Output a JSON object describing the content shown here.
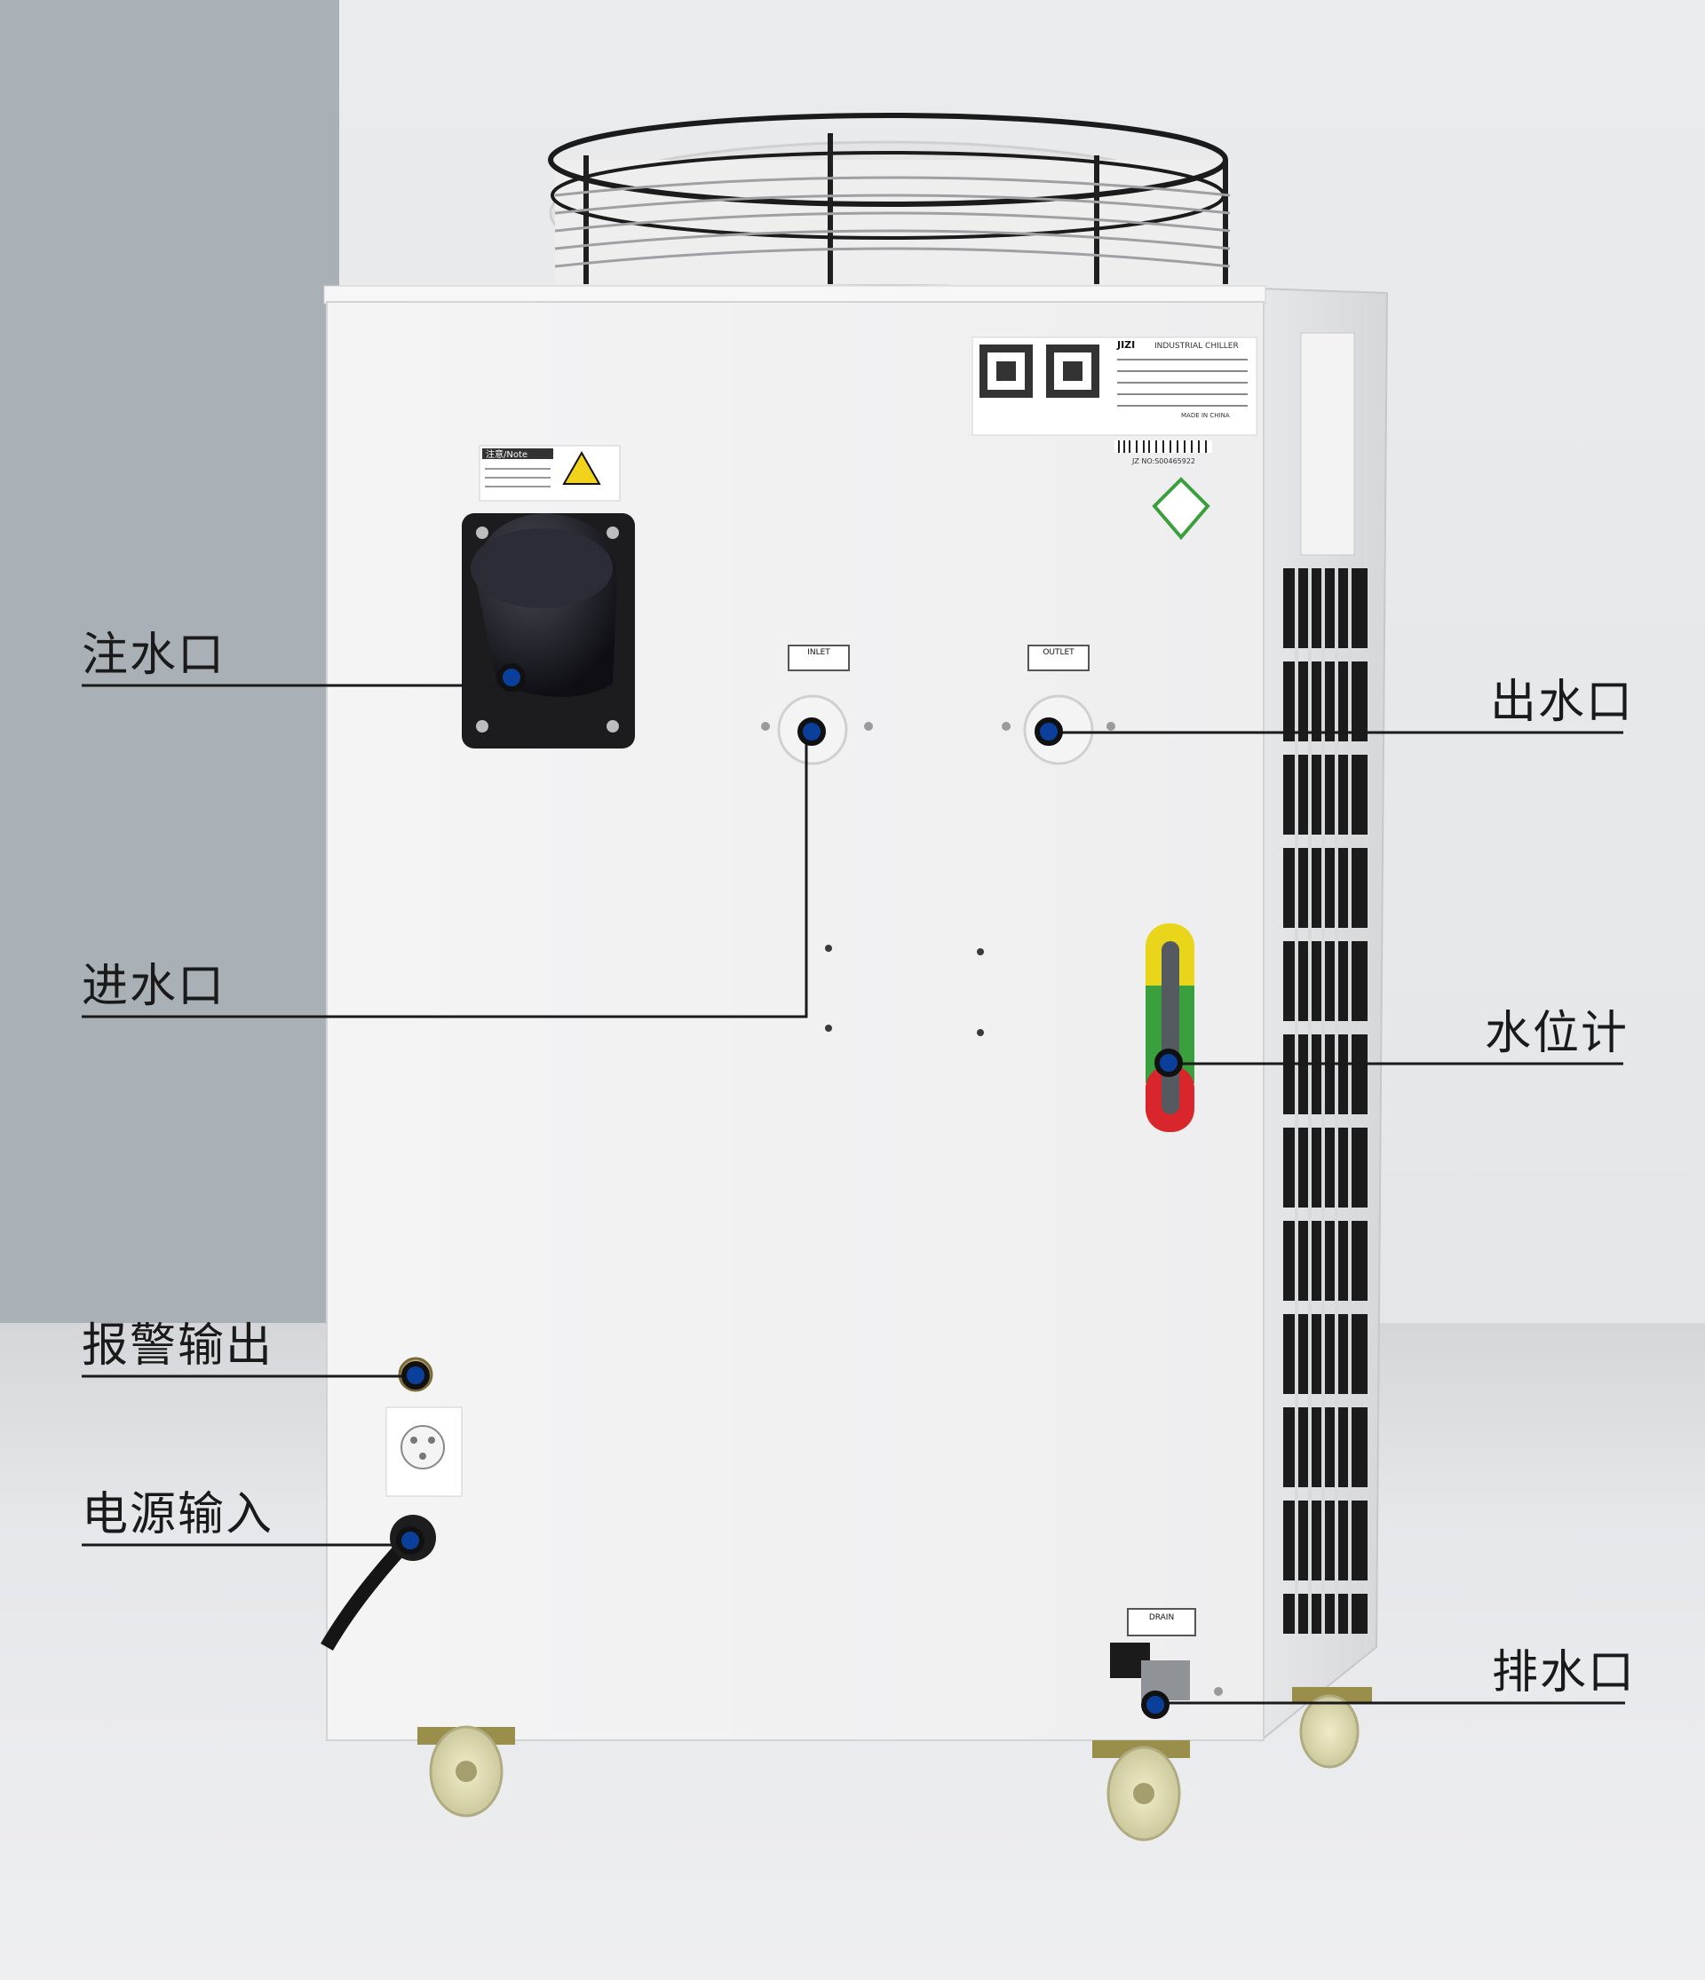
{
  "callouts": {
    "fill_port": "注水口",
    "inlet": "进水口",
    "outlet": "出水口",
    "level_gauge": "水位计",
    "alarm_output": "报警输出",
    "power_input": "电源输入",
    "drain": "排水口"
  },
  "device": {
    "brand": "JIZI",
    "product": "INDUSTRIAL CHILLER",
    "inlet_label": "INLET",
    "outlet_label": "OUTLET",
    "drain_label": "DRAIN",
    "note_label": "注意/Note",
    "made_in": "MADE IN CHINA",
    "serial": "JZ NO:S00465922"
  },
  "colors": {
    "marker_fill": "#0a3f9c",
    "marker_stroke": "#111111",
    "line": "#1a1a1a",
    "gauge_yellow": "#e9d61b",
    "gauge_green": "#3aa03d",
    "gauge_red": "#d9262c"
  }
}
